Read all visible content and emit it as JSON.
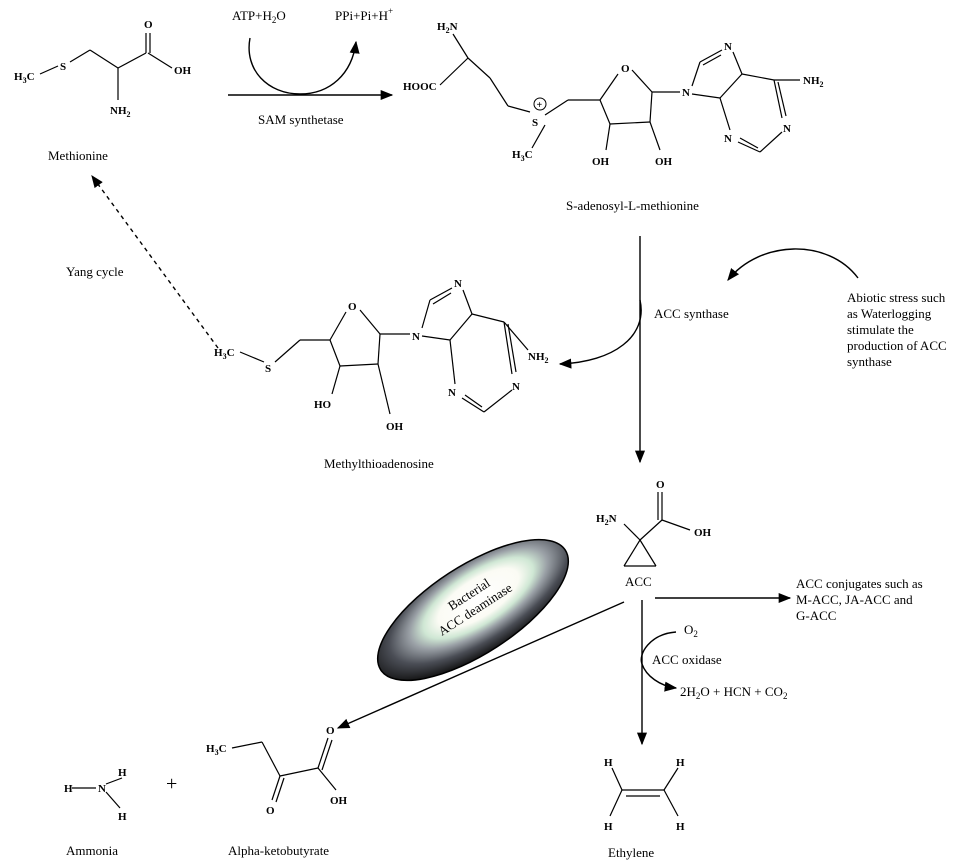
{
  "molecules": {
    "methionine": {
      "name": "Methionine"
    },
    "sam": {
      "name": "S-adenosyl-L-methionine"
    },
    "mta": {
      "name": "Methylthioadenosine"
    },
    "acc": {
      "name": "ACC"
    },
    "ammonia": {
      "name": "Ammonia"
    },
    "alpha_ketobutyrate": {
      "name": "Alpha-ketobutyrate"
    },
    "ethylene": {
      "name": "Ethylene"
    }
  },
  "reactions": {
    "sam_synthetase": {
      "enzyme": "SAM synthetase",
      "cosubstrate_in": "ATP+H",
      "cosubstrate_in_sub": "2",
      "cosubstrate_in_tail": "O",
      "products_out": "PPi+Pi+H",
      "products_out_sup": "+"
    },
    "acc_synthase": {
      "enzyme": "ACC synthase"
    },
    "acc_oxidase": {
      "enzyme": "ACC oxidase",
      "o2": "O",
      "o2_sub": "2",
      "products": [
        "2H",
        "2",
        "O + HCN + CO",
        "2"
      ]
    },
    "yang_cycle": {
      "label": "Yang cycle"
    },
    "conjugates": {
      "lines": [
        "ACC conjugates such as",
        "M-ACC, JA-ACC and",
        "G-ACC"
      ]
    },
    "deaminase": {
      "lines": [
        "Bacterial",
        "ACC deaminase"
      ]
    },
    "plus": "+"
  },
  "stress_note": {
    "lines": [
      "Abiotic stress such",
      "as Waterlogging",
      "stimulate the",
      "production of ACC",
      "synthase"
    ],
    "color": "#e8121b"
  },
  "atoms": {
    "methionine": {
      "h3c": "H",
      "h3c_sub": "3",
      "h3c_tail": "C",
      "s": "S",
      "o": "O",
      "oh": "OH",
      "nh2": "NH",
      "nh2_sub": "2"
    },
    "sam": {
      "h2n": "H",
      "h2n_sub": "2",
      "h2n_tail": "N",
      "hooc": "HOOC",
      "s": "S",
      "plus": "+",
      "h3c": "H",
      "h3c_sub": "3",
      "h3c_tail": "C",
      "ring_o": "O",
      "oh1": "OH",
      "oh2": "OH",
      "n": "N",
      "nh2": "NH",
      "nh2_sub": "2"
    },
    "mta": {
      "h3c": "H",
      "h3c_sub": "3",
      "h3c_tail": "C",
      "s": "S",
      "ring_o": "O",
      "oh1": "HO",
      "oh2": "OH",
      "n": "N",
      "nh2": "NH",
      "nh2_sub": "2"
    },
    "acc": {
      "h2n": "H",
      "h2n_sub": "2",
      "h2n_tail": "N",
      "o": "O",
      "oh": "OH"
    },
    "ammonia": {
      "h": "H",
      "n": "N"
    },
    "akb": {
      "h3c": "H",
      "h3c_sub": "3",
      "h3c_tail": "C",
      "o": "O",
      "oh": "OH"
    },
    "ethylene": {
      "h": "H"
    }
  }
}
